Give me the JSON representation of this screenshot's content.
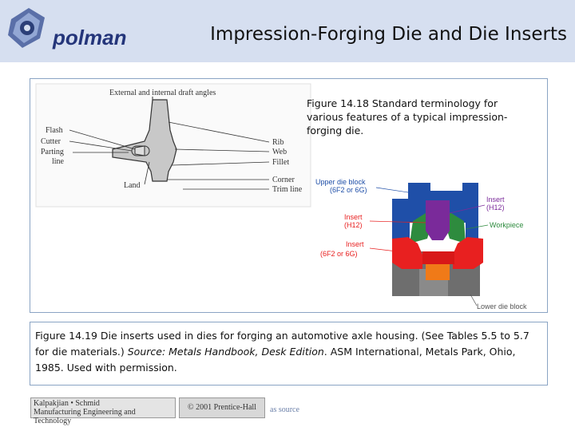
{
  "header": {
    "title": "Impression-Forging Die and Die Inserts",
    "logo_text": "polman"
  },
  "figure_14_18": {
    "caption": "Figure 14.18 Standard terminology for various features of a typical impression-forging die.",
    "labels": {
      "draft": "External and internal draft angles",
      "flash": "Flash",
      "cutter": "Cutter",
      "parting": "Parting",
      "line": "line",
      "land": "Land",
      "rib": "Rib",
      "web": "Web",
      "fillet": "Fillet",
      "corner": "Corner",
      "trim_line": "Trim line"
    }
  },
  "figure_14_19": {
    "caption_text": "Figure 14.19 Die inserts used in dies for forging an automotive axle housing. (See Tables 5.5 to 5.7 for die materials.) ",
    "caption_source": "Source: Metals Handbook, Desk Edition",
    "caption_end": ". ASM International, Metals Park, Ohio, 1985. Used with permission.",
    "labels": {
      "upper_die": "Upper die block",
      "upper_die_mat": "(6F2 or 6G)",
      "insert_right": "Insert",
      "insert_right_mat": "(H12)",
      "insert_mid": "Insert",
      "insert_mid_mat": "(H12)",
      "workpiece": "Workpiece",
      "insert_left": "Insert",
      "insert_left_mat": "(6F2 or 6G)",
      "lower_die": "Lower die block"
    }
  },
  "footer": {
    "credit_line1": "Kalpakjian • Schmid",
    "credit_line2": "Manufacturing Engineering and Technology",
    "copyright": "© 2001 Prentice-Hall",
    "source": "as source"
  },
  "colors": {
    "header_bg": "#d6dff0",
    "upper_die": "#1f4fa8",
    "insert_purple": "#7a2a9a",
    "workpiece": "#2e8b3e",
    "insert_red": "#e82020",
    "insert_orange": "#f07a18",
    "lower_die": "#6e6e6e"
  }
}
